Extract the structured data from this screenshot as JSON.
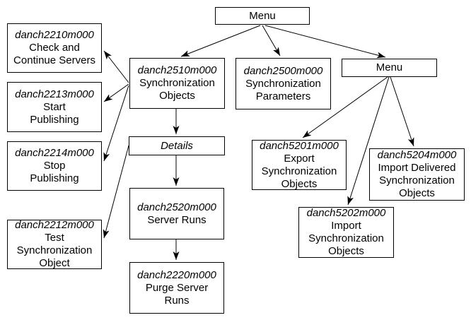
{
  "page": {
    "background_color": "#ffffff",
    "line_color": "#000000",
    "text_color": "#000000"
  },
  "diagram": {
    "nodes": {
      "menu_top": {
        "lines": [
          "Menu"
        ]
      },
      "danch2210": {
        "code": "danch2210m000",
        "lines": [
          "Check and",
          "Continue Servers"
        ]
      },
      "danch2213": {
        "code": "danch2213m000",
        "lines": [
          "Start",
          "Publishing"
        ]
      },
      "danch2214": {
        "code": "danch2214m000",
        "lines": [
          "Stop",
          "Publishing"
        ]
      },
      "danch2212": {
        "code": "danch2212m000",
        "lines": [
          "Test",
          "Synchronization",
          "Object"
        ]
      },
      "danch2510": {
        "code": "danch2510m000",
        "lines": [
          "Synchronization",
          "Objects"
        ]
      },
      "details": {
        "code": "Details",
        "lines": []
      },
      "danch2520": {
        "code": "danch2520m000",
        "lines": [
          "Server Runs"
        ]
      },
      "danch2220": {
        "code": "danch2220m000",
        "lines": [
          "Purge Server",
          "Runs"
        ]
      },
      "danch2500": {
        "code": "danch2500m000",
        "lines": [
          "Synchronization",
          "Parameters"
        ]
      },
      "menu_right": {
        "lines": [
          "Menu"
        ]
      },
      "danch5201": {
        "code": "danch5201m000",
        "lines": [
          "Export",
          "Synchronization",
          "Objects"
        ]
      },
      "danch5204": {
        "code": "danch5204m000",
        "lines": [
          "Import Delivered",
          "Synchronization",
          "Objects"
        ]
      },
      "danch5202": {
        "code": "danch5202m000",
        "lines": [
          "Import",
          "Synchronization",
          "Objects"
        ]
      }
    },
    "edges": [
      {
        "from": "menu_top",
        "to": "danch2510"
      },
      {
        "from": "menu_top",
        "to": "danch2500"
      },
      {
        "from": "menu_top",
        "to": "menu_right"
      },
      {
        "from": "danch2510",
        "to": "danch2210"
      },
      {
        "from": "danch2510",
        "to": "danch2213"
      },
      {
        "from": "danch2510",
        "to": "danch2214"
      },
      {
        "from": "danch2510",
        "to": "details"
      },
      {
        "from": "details",
        "to": "danch2212"
      },
      {
        "from": "details",
        "to": "danch2520"
      },
      {
        "from": "danch2520",
        "to": "danch2220"
      },
      {
        "from": "menu_right",
        "to": "danch5201"
      },
      {
        "from": "menu_right",
        "to": "danch5202"
      },
      {
        "from": "menu_right",
        "to": "danch5204"
      }
    ]
  }
}
